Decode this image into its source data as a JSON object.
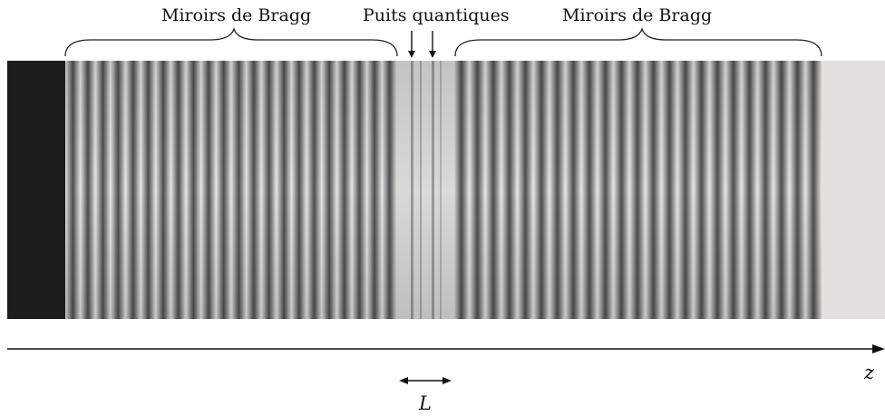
{
  "labels": {
    "left_mirrors": "Miroirs de Bragg",
    "quantum_wells": "Puits quantiques",
    "right_mirrors": "Miroirs de Bragg",
    "axis": "z",
    "length": "L"
  },
  "image": {
    "description_colors": {
      "substrate": "#1a1a1a",
      "dark_stripe": "#555555",
      "light_stripe": "#e8e8e8",
      "cavity": "#d4d4d0",
      "cap": "#e0dfdb"
    },
    "left_mirror_periods": 22,
    "right_mirror_periods": 23
  }
}
